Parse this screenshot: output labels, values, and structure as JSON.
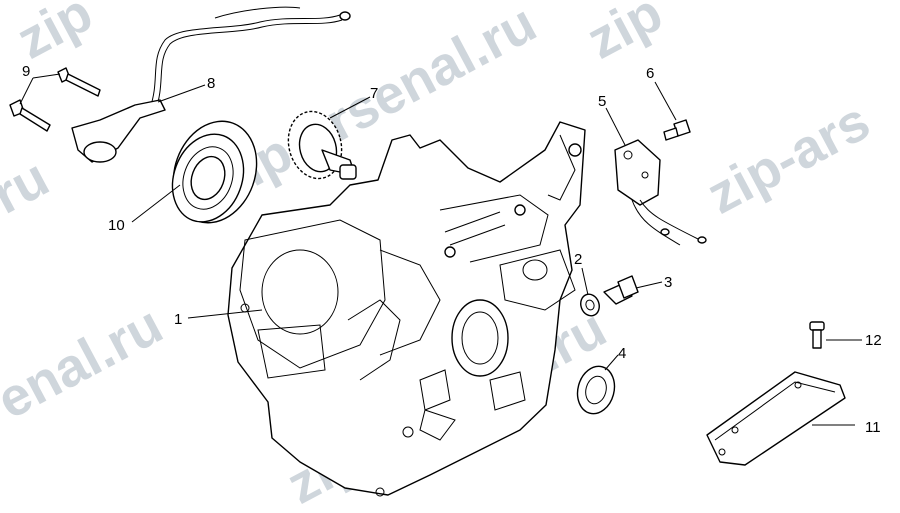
{
  "watermark": {
    "text_a": "zip-arsenal.ru",
    "text_b": "zip-arsenal.ru",
    "text_c": "zip-ars",
    "text_d": "enal.ru",
    "text_e": "zip",
    "text_f": "ru"
  },
  "callouts": {
    "c1": "1",
    "c2": "2",
    "c3": "3",
    "c4": "4",
    "c5": "5",
    "c6": "6",
    "c7": "7",
    "c8": "8",
    "c9": "9",
    "c10": "10",
    "c11": "11",
    "c12": "12"
  }
}
